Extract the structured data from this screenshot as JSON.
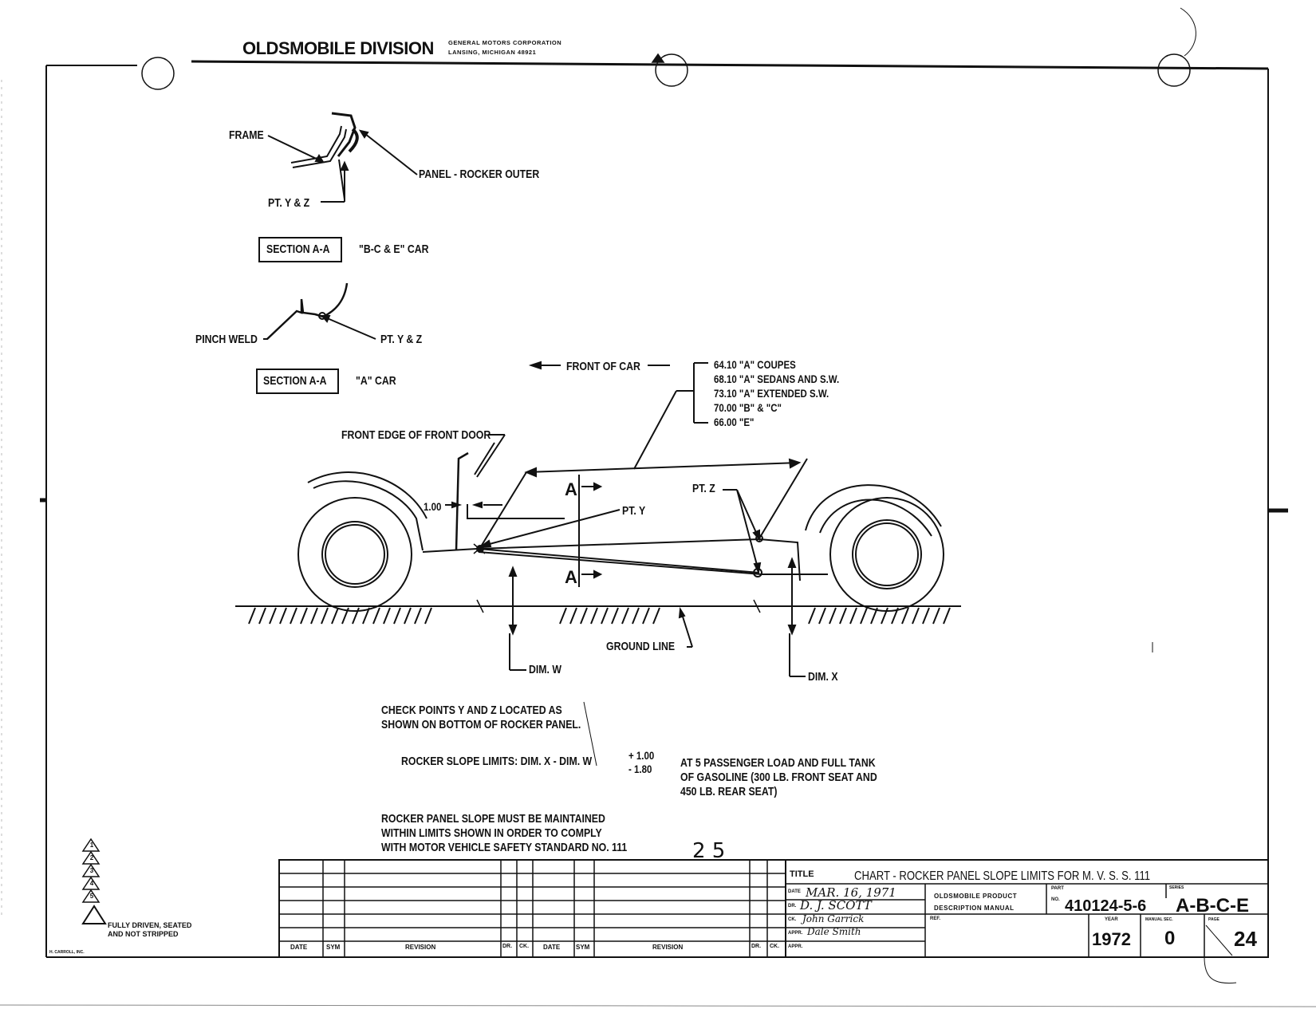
{
  "header": {
    "division": "OLDSMOBILE DIVISION",
    "corp_line1": "GENERAL MOTORS CORPORATION",
    "corp_line2": "LANSING, MICHIGAN 48921"
  },
  "section_bce": {
    "frame": "FRAME",
    "panel": "PANEL - ROCKER OUTER",
    "pt": "PT. Y & Z",
    "section_label": "SECTION A-A",
    "car": "\"B-C & E\" CAR"
  },
  "section_a": {
    "pinch_weld": "PINCH WELD",
    "pt": "PT. Y & Z",
    "section_label": "SECTION A-A",
    "car": "\"A\" CAR"
  },
  "main": {
    "front_of_car": "FRONT OF CAR",
    "dimensions": [
      "64.10 \"A\" COUPES",
      "68.10 \"A\" SEDANS AND S.W.",
      "73.10 \"A\" EXTENDED S.W.",
      "70.00 \"B\" & \"C\"",
      "66.00 \"E\""
    ],
    "front_edge": "FRONT EDGE OF FRONT DOOR",
    "one": "1.00",
    "a_mark": "A",
    "pt_y": "PT. Y",
    "pt_z": "PT. Z",
    "ground_line": "GROUND LINE",
    "dim_w": "DIM. W",
    "dim_x": "DIM. X"
  },
  "notes": {
    "check1": "CHECK POINTS Y AND Z LOCATED AS",
    "check2": "SHOWN ON BOTTOM OF ROCKER PANEL.",
    "slope_label": "ROCKER SLOPE LIMITS: DIM. X - DIM. W",
    "tol_plus": "+ 1.00",
    "tol_minus": "- 1.80",
    "load1": "AT 5 PASSENGER LOAD AND FULL TANK",
    "load2": "OF GASOLINE (300 LB. FRONT SEAT AND",
    "load3": "450 LB. REAR SEAT)",
    "maint1": "ROCKER PANEL SLOPE MUST BE MAINTAINED",
    "maint2": "WITHIN LIMITS SHOWN IN ORDER TO COMPLY",
    "maint3": "WITH MOTOR VEHICLE SAFETY STANDARD NO. 111",
    "page_hand": "2 5"
  },
  "legend": {
    "triangle_nums": [
      "1",
      "2",
      "3",
      "4",
      "5"
    ],
    "fully1": "FULLY DRIVEN, SEATED",
    "fully2": "AND NOT STRIPPED",
    "printer": "H. CARROLL, INC."
  },
  "revision_table": {
    "headers": [
      "DATE",
      "SYM",
      "REVISION",
      "DR.",
      "CK.",
      "DATE",
      "SYM",
      "REVISION",
      "DR.",
      "CK."
    ]
  },
  "title_block": {
    "title_label": "TITLE",
    "title": "CHART - ROCKER PANEL SLOPE LIMITS FOR M. V. S. S. 111",
    "date_label": "DATE",
    "date_value": "MAR. 16, 1971",
    "dr_label": "DR.",
    "dr_value": "D. J. SCOTT",
    "ck_label": "CK.",
    "ck_value": "John Garrick",
    "appr_label": "APPR.",
    "appr_value": "Dale Smith",
    "appr2_label": "APPR.",
    "product1": "OLDSMOBILE PRODUCT",
    "product2": "DESCRIPTION MANUAL",
    "part_label": "PART",
    "no_label": "NO.",
    "part_no": "410124-5-6",
    "series_label": "SERIES",
    "series": "A-B-C-E",
    "ref_label": "REF.",
    "year_label": "YEAR",
    "year": "1972",
    "manual_label": "MANUAL SEC.",
    "manual": "0",
    "page_label": "PAGE",
    "page": "24"
  }
}
